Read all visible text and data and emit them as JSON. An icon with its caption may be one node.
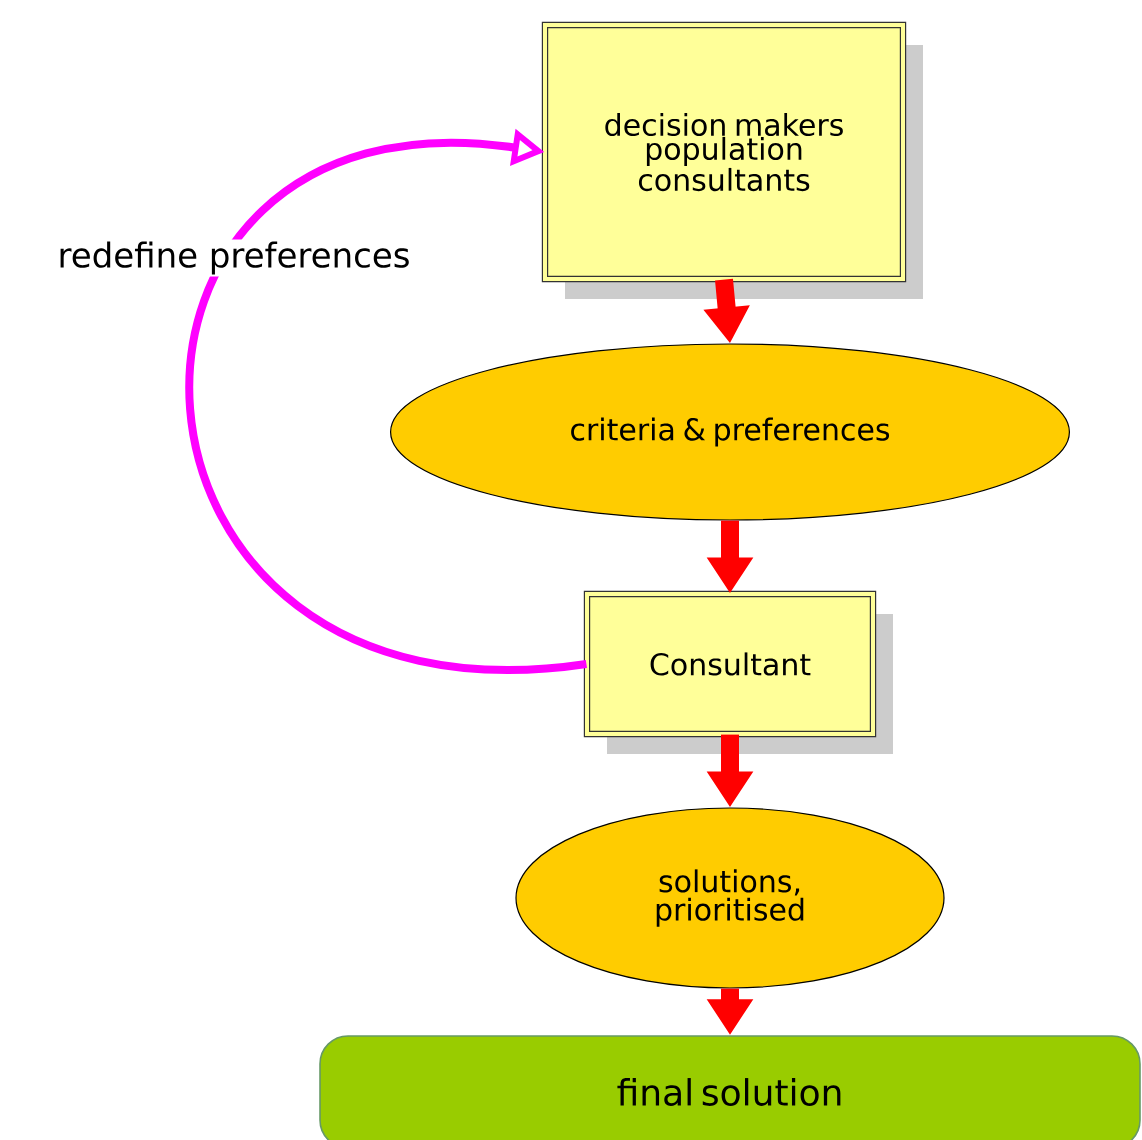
{
  "diagram": {
    "nodes": [
      {
        "text": [
          "decision makers population consultants"
        ]
      },
      {
        "text": [
          "criteria & preferences"
        ]
      },
      {
        "text": [
          "Consultant"
        ]
      },
      {
        "text": [
          "solutions, prioritised"
        ]
      },
      {
        "text": [
          "final solution"
        ]
      }
    ],
    "edges": [
      {
        "from": 0,
        "to": 1,
        "arrow": "to"
      },
      {
        "from": 1,
        "to": 2,
        "arrow": "to"
      },
      {
        "from": 2,
        "to": 3,
        "arrow": "to"
      },
      {
        "from": 3,
        "to": 4,
        "arrow": "to"
      },
      {
        "from": 2,
        "to": 0,
        "arrow": "to",
        "label": "redefine preferences",
        "color": "#ff00ff"
      }
    ]
  }
}
